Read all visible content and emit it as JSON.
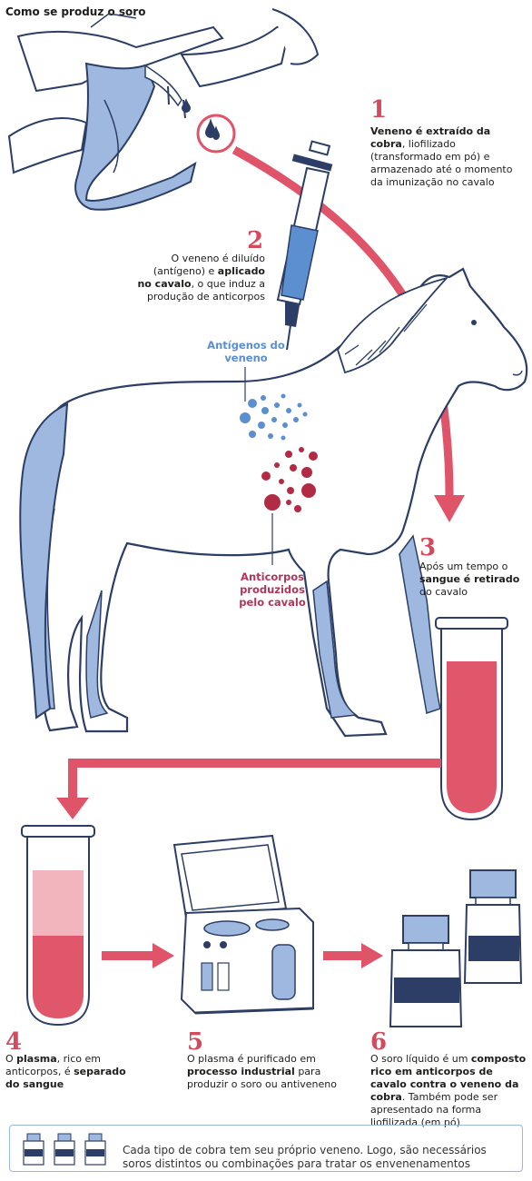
{
  "title": "Como se produz o soro",
  "steps": [
    {
      "number": "1",
      "bold": "Veneno é extraído da cobra",
      "rest": ", liofilizado (transformado em pó) e armazenado até o momento da imunização no cavalo"
    },
    {
      "number": "2",
      "pre": "O veneno é diluído (antígeno) e ",
      "bold": "aplicado no cavalo",
      "rest": ", o que induz a produção de anticorpos"
    },
    {
      "number": "3",
      "pre": "Após um tempo o ",
      "bold": "sangue é retirado",
      "rest": " do cavalo"
    },
    {
      "number": "4",
      "pre": "O ",
      "bold1": "plasma",
      "mid": ", rico em anticorpos, é ",
      "bold2": "separado do sangue"
    },
    {
      "number": "5",
      "pre": "O plasma é purificado em ",
      "bold": "processo industrial",
      "rest": " para produzir o soro ou antiveneno"
    },
    {
      "number": "6",
      "pre": "O soro líquido é um ",
      "bold": "composto rico em anticorpos de cavalo contra o veneno da cobra",
      "rest": ". Também pode ser apresentado na forma liofilizada (em pó)"
    }
  ],
  "labels": {
    "antigens": "Antígenos do veneno",
    "antibodies": "Anticorpos produzidos pelo cavalo"
  },
  "footer": "Cada tipo de cobra tem seu próprio veneno. Logo, são necessários soros distintos ou combinações para tratar os envenenamentos",
  "colors": {
    "accent_red": "#e0546a",
    "number_red": "#d44a5d",
    "blood": "#e0566a",
    "plasma": "#f2b4bd",
    "blue": "#5b8fcf",
    "navy": "#2c3e66",
    "skin": "#9fb8df",
    "antibody": "#b22b45"
  },
  "icons": [
    "snake-head-icon",
    "venom-drop-icon",
    "syringe-icon",
    "horse-icon",
    "test-tube-icon",
    "centrifuge-machine-icon",
    "serum-vial-icon"
  ]
}
